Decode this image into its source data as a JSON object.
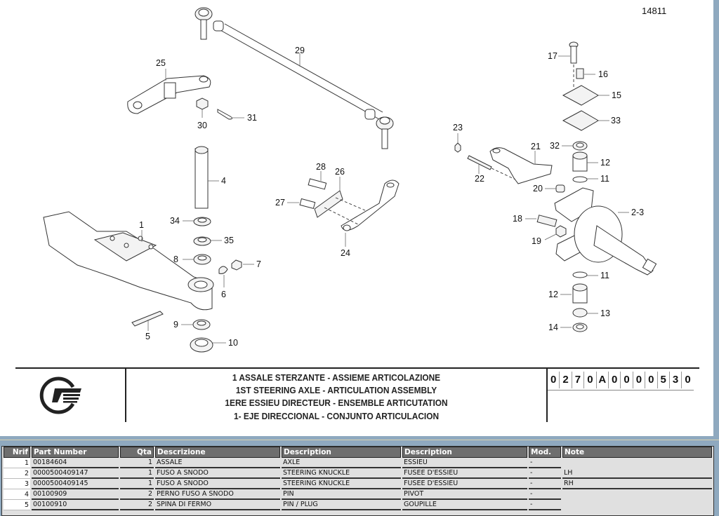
{
  "drawing": {
    "sheet_number": "14811",
    "callouts": [
      {
        "id": "29",
        "label": "29"
      },
      {
        "id": "25",
        "label": "25"
      },
      {
        "id": "30",
        "label": "30"
      },
      {
        "id": "31",
        "label": "31"
      },
      {
        "id": "4",
        "label": "4"
      },
      {
        "id": "1",
        "label": "1"
      },
      {
        "id": "34",
        "label": "34"
      },
      {
        "id": "35",
        "label": "35"
      },
      {
        "id": "8",
        "label": "8"
      },
      {
        "id": "7",
        "label": "7"
      },
      {
        "id": "6",
        "label": "6"
      },
      {
        "id": "5",
        "label": "5"
      },
      {
        "id": "9",
        "label": "9"
      },
      {
        "id": "10",
        "label": "10"
      },
      {
        "id": "28",
        "label": "28"
      },
      {
        "id": "26",
        "label": "26"
      },
      {
        "id": "27",
        "label": "27"
      },
      {
        "id": "24",
        "label": "24"
      },
      {
        "id": "23",
        "label": "23"
      },
      {
        "id": "22",
        "label": "22"
      },
      {
        "id": "21",
        "label": "21"
      },
      {
        "id": "17",
        "label": "17"
      },
      {
        "id": "16",
        "label": "16"
      },
      {
        "id": "15",
        "label": "15"
      },
      {
        "id": "33",
        "label": "33"
      },
      {
        "id": "32",
        "label": "32"
      },
      {
        "id": "12a",
        "label": "12"
      },
      {
        "id": "11a",
        "label": "11"
      },
      {
        "id": "20",
        "label": "20"
      },
      {
        "id": "2-3",
        "label": "2-3"
      },
      {
        "id": "18",
        "label": "18"
      },
      {
        "id": "19",
        "label": "19"
      },
      {
        "id": "11b",
        "label": "11"
      },
      {
        "id": "12b",
        "label": "12"
      },
      {
        "id": "13",
        "label": "13"
      },
      {
        "id": "14",
        "label": "14"
      }
    ]
  },
  "title_block": {
    "lines": [
      "1  ASSALE STERZANTE - ASSIEME ARTICOLAZIONE",
      "1ST STEERING AXLE - ARTICULATION ASSEMBLY",
      "1ERE ESSIEU DIRECTEUR - ENSEMBLE ARTICUTATION",
      "1- EJE DIRECCIONAL - CONJUNTO ARTICULACION"
    ],
    "code": [
      "0",
      "2",
      "7",
      "0",
      "A",
      "0",
      "0",
      "0",
      "0",
      "5",
      "3",
      "0"
    ],
    "logo": "brand-logo"
  },
  "parts_table": {
    "headers": {
      "nrif": "Nrif",
      "part_number": "Part Number",
      "qta": "Qta",
      "descrizione": "Descrizione",
      "description_en": "Description",
      "description_fr": "Description",
      "mod": "Mod.",
      "note": "Note"
    },
    "rows": [
      {
        "nrif": "1",
        "part_number": "00184604",
        "qta": "1",
        "descrizione": "ASSALE",
        "description_en": "AXLE",
        "description_fr": "ESSIEU",
        "mod": "-",
        "note": ""
      },
      {
        "nrif": "2",
        "part_number": "0000500409147",
        "qta": "1",
        "descrizione": "FUSO A SNODO",
        "description_en": "STEERING KNUCKLE",
        "description_fr": "FUSEE D'ESSIEU",
        "mod": "-",
        "note": "LH"
      },
      {
        "nrif": "3",
        "part_number": "0000500409145",
        "qta": "1",
        "descrizione": "FUSO A SNODO",
        "description_en": "STEERING KNUCKLE",
        "description_fr": "FUSEE D'ESSIEU",
        "mod": "-",
        "note": "RH"
      },
      {
        "nrif": "4",
        "part_number": "00100909",
        "qta": "2",
        "descrizione": "PERNO FUSO A SNODO",
        "description_en": "PIN",
        "description_fr": "PIVOT",
        "mod": "-",
        "note": ""
      },
      {
        "nrif": "5",
        "part_number": "00100910",
        "qta": "2",
        "descrizione": "SPINA DI FERMO",
        "description_en": "PIN / PLUG",
        "description_fr": "GOUPILLE",
        "mod": "-",
        "note": ""
      }
    ]
  }
}
